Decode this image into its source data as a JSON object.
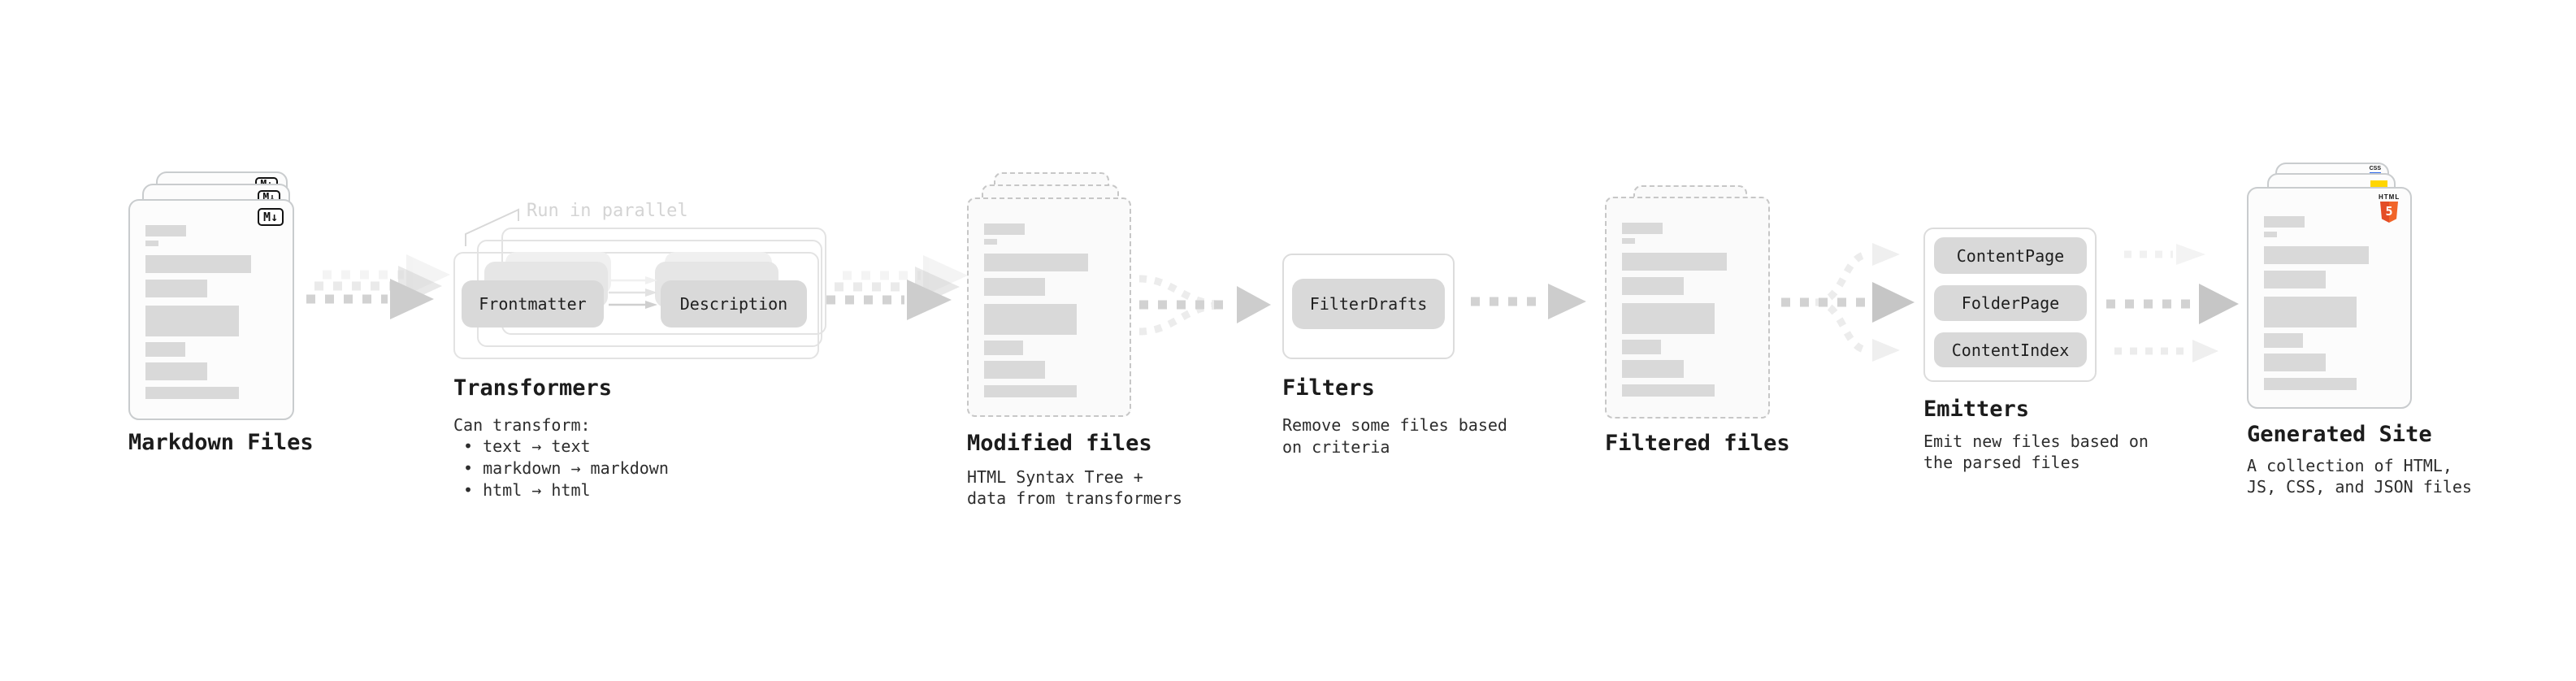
{
  "stages": {
    "markdown_files": {
      "title": "Markdown Files",
      "icon_label": "M↓"
    },
    "transformers": {
      "note": "Run in parallel",
      "nodes": [
        "Frontmatter",
        "Description"
      ],
      "title": "Transformers",
      "caption_heading": "Can transform:",
      "bullets": [
        "• text → text",
        "• markdown → markdown",
        "• html → html"
      ]
    },
    "modified_files": {
      "title": "Modified files",
      "caption": [
        "HTML Syntax Tree +",
        "data from transformers"
      ]
    },
    "filters": {
      "nodes": [
        "FilterDrafts"
      ],
      "title": "Filters",
      "caption": [
        "Remove some files based",
        "on criteria"
      ]
    },
    "filtered_files": {
      "title": "Filtered files"
    },
    "emitters": {
      "nodes": [
        "ContentPage",
        "FolderPage",
        "ContentIndex"
      ],
      "title": "Emitters",
      "caption": [
        "Emit new files based on",
        "the parsed files"
      ]
    },
    "generated_site": {
      "title": "Generated Site",
      "caption": [
        "A collection of HTML,",
        "JS, CSS, and JSON files"
      ],
      "html5_badge": {
        "label": "HTML",
        "digit": "5"
      },
      "css_badge": "CSS"
    }
  },
  "colors": {
    "html5_orange": "#e44d26",
    "js_yellow": "#ffd600",
    "css_blue": "#2b66e8",
    "node_gray": "#d9d9d9",
    "arrow_gray": "#d2d2d2"
  }
}
